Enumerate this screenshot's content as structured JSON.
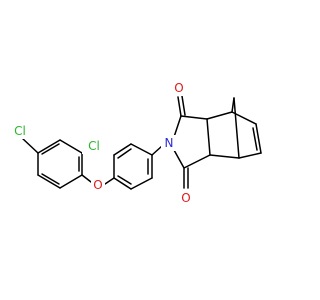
{
  "molecule": {
    "atoms": [
      {
        "id": "cl1",
        "symbol": "Cl",
        "color": "#2db52d"
      },
      {
        "id": "cl2",
        "symbol": "Cl",
        "color": "#2db52d"
      },
      {
        "id": "o_ether",
        "symbol": "O",
        "color": "#e01b1b"
      },
      {
        "id": "n_imide",
        "symbol": "N",
        "color": "#2b2bd9"
      },
      {
        "id": "o_carbonyl_top",
        "symbol": "O",
        "color": "#e01b1b"
      },
      {
        "id": "o_carbonyl_bottom",
        "symbol": "O",
        "color": "#e01b1b"
      }
    ],
    "bond_color": "#000000"
  }
}
